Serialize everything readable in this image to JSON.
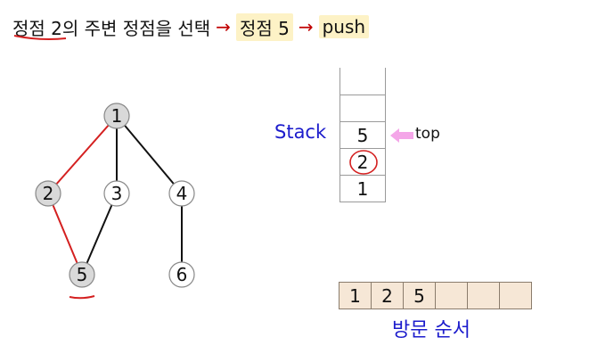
{
  "title": {
    "part1_a": "정점 2",
    "part1_b": "의 주변 정점을 선택",
    "arrow": "→",
    "part2": "정점 5",
    "part3": "push"
  },
  "graph": {
    "nodes": [
      {
        "id": "1",
        "label": "1",
        "visited": true
      },
      {
        "id": "2",
        "label": "2",
        "visited": true
      },
      {
        "id": "3",
        "label": "3",
        "visited": false
      },
      {
        "id": "4",
        "label": "4",
        "visited": false
      },
      {
        "id": "5",
        "label": "5",
        "visited": true
      },
      {
        "id": "6",
        "label": "6",
        "visited": false
      }
    ],
    "edges": [
      {
        "from": "1",
        "to": "2",
        "color": "#d42020"
      },
      {
        "from": "1",
        "to": "3",
        "color": "#111111"
      },
      {
        "from": "1",
        "to": "4",
        "color": "#111111"
      },
      {
        "from": "2",
        "to": "5",
        "color": "#d42020"
      },
      {
        "from": "3",
        "to": "5",
        "color": "#111111"
      },
      {
        "from": "4",
        "to": "6",
        "color": "#111111"
      }
    ]
  },
  "stack": {
    "label": "Stack",
    "items_top_to_bottom": [
      "",
      "5",
      "2",
      "1"
    ],
    "top_label": "top"
  },
  "visit_order": {
    "label": "방문 순서",
    "cells": [
      "1",
      "2",
      "5",
      "",
      "",
      ""
    ]
  },
  "colors": {
    "accent_red": "#d42020",
    "label_blue": "#1c1ccc",
    "visited_fill": "#d9d9d9",
    "top_arrow": "#f4a6e8",
    "visit_cell_fill": "#f6e7d6"
  }
}
